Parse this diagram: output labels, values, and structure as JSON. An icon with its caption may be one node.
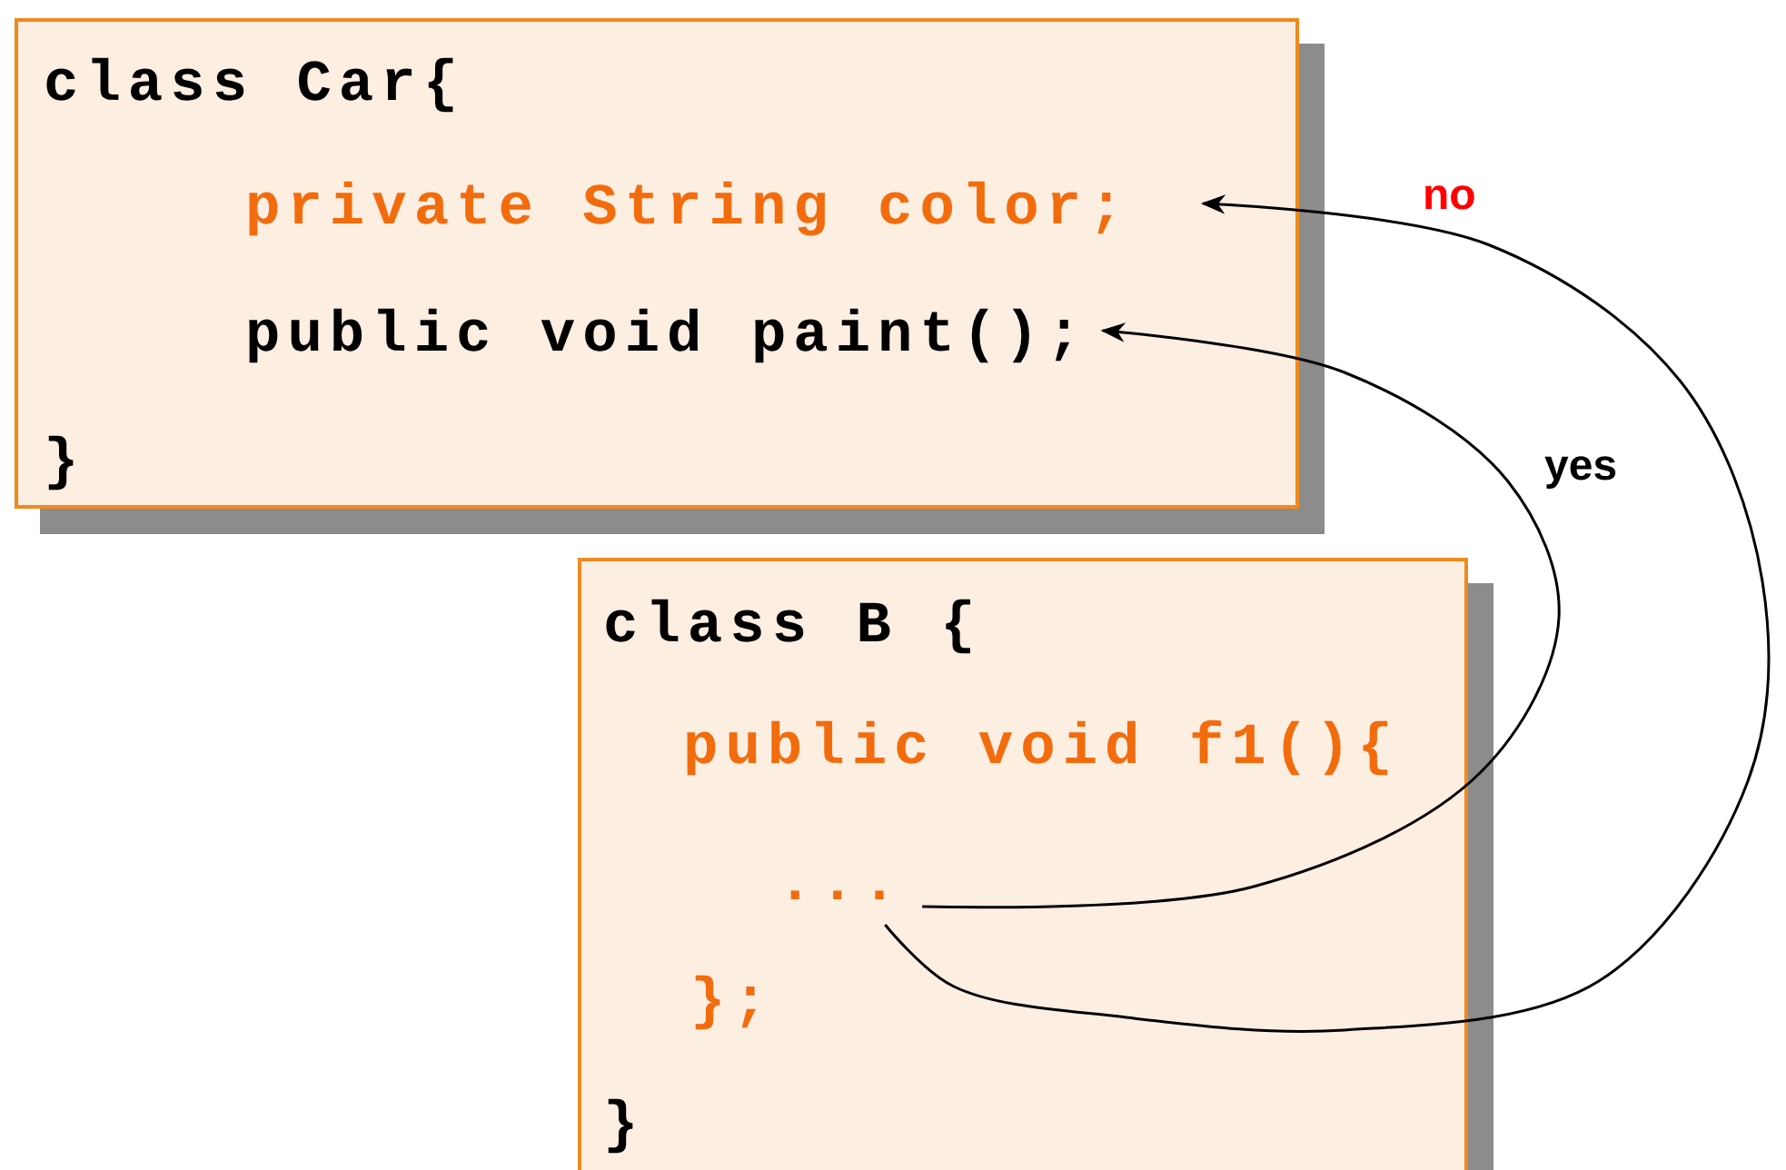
{
  "diagram": {
    "nodes": [
      {
        "text": [
          "class Car{",
          "}"
        ]
      },
      {
        "text": [
          "private String color;"
        ],
        "in": 0
      },
      {
        "text": [
          "public void paint();"
        ],
        "in": 0
      },
      {
        "text": [
          "class B {",
          "public void f1(){",
          "};",
          "}"
        ]
      },
      {
        "text": [
          "..."
        ],
        "in": 3
      }
    ],
    "edges": [
      {
        "from": 4,
        "to": 1,
        "arrow": "to",
        "label": "no"
      },
      {
        "from": 4,
        "to": 2,
        "arrow": "to",
        "label": "yes"
      }
    ]
  }
}
